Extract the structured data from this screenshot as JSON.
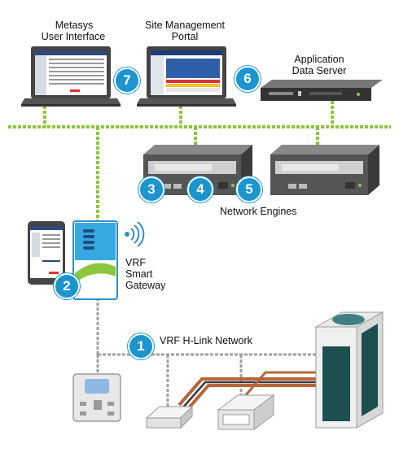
{
  "labels": {
    "metasys": "Metasys",
    "user_interface": "User Interface",
    "site_management": "Site Management",
    "portal": "Portal",
    "application": "Application",
    "data_server": "Data Server",
    "network_engines": "Network Engines",
    "vrf": "VRF",
    "smart": "Smart",
    "gateway": "Gateway",
    "hlink_network": "VRF H-Link Network"
  },
  "badges": {
    "b1": "1",
    "b2": "2",
    "b3": "3",
    "b4": "4",
    "b5": "5",
    "b6": "6",
    "b7": "7"
  },
  "colors": {
    "ethernet": "#8cc63f",
    "hlink": "#a0a0a0",
    "badge": "#1c95cf",
    "pipe_copper": "#b8643a",
    "outdoor_unit": "#1e4f4f"
  }
}
